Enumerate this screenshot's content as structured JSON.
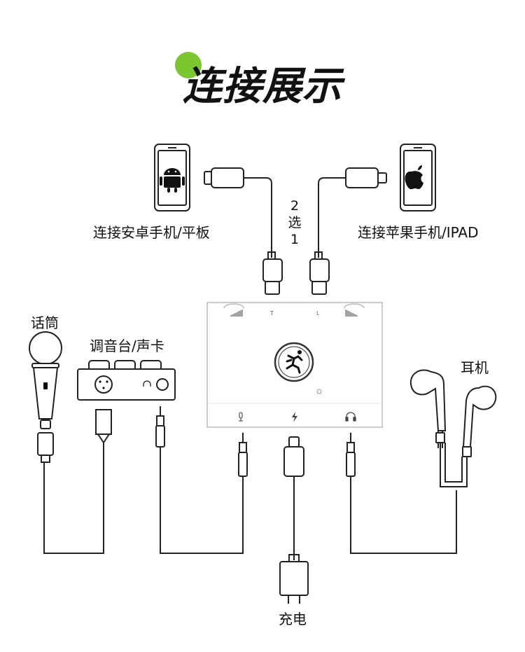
{
  "header": {
    "title": "连接展示",
    "accent_color": "#7cc631"
  },
  "devices": {
    "android_label": "连接安卓手机/平板",
    "apple_label": "连接苹果手机/IPAD",
    "choice_line1": "2",
    "choice_line2": "选",
    "choice_line3": "1",
    "microphone_label": "话筒",
    "mixer_label": "调音台/声卡",
    "earphones_label": "耳机",
    "charger_label": "充电"
  },
  "interface": {
    "port_t": "T",
    "port_l": "L"
  },
  "icons": {
    "android": "android-icon",
    "apple": "apple-icon",
    "logo": "running-man-logo",
    "mic_input": "mic-icon",
    "power": "lightning-icon",
    "headphones": "headphone-icon"
  }
}
